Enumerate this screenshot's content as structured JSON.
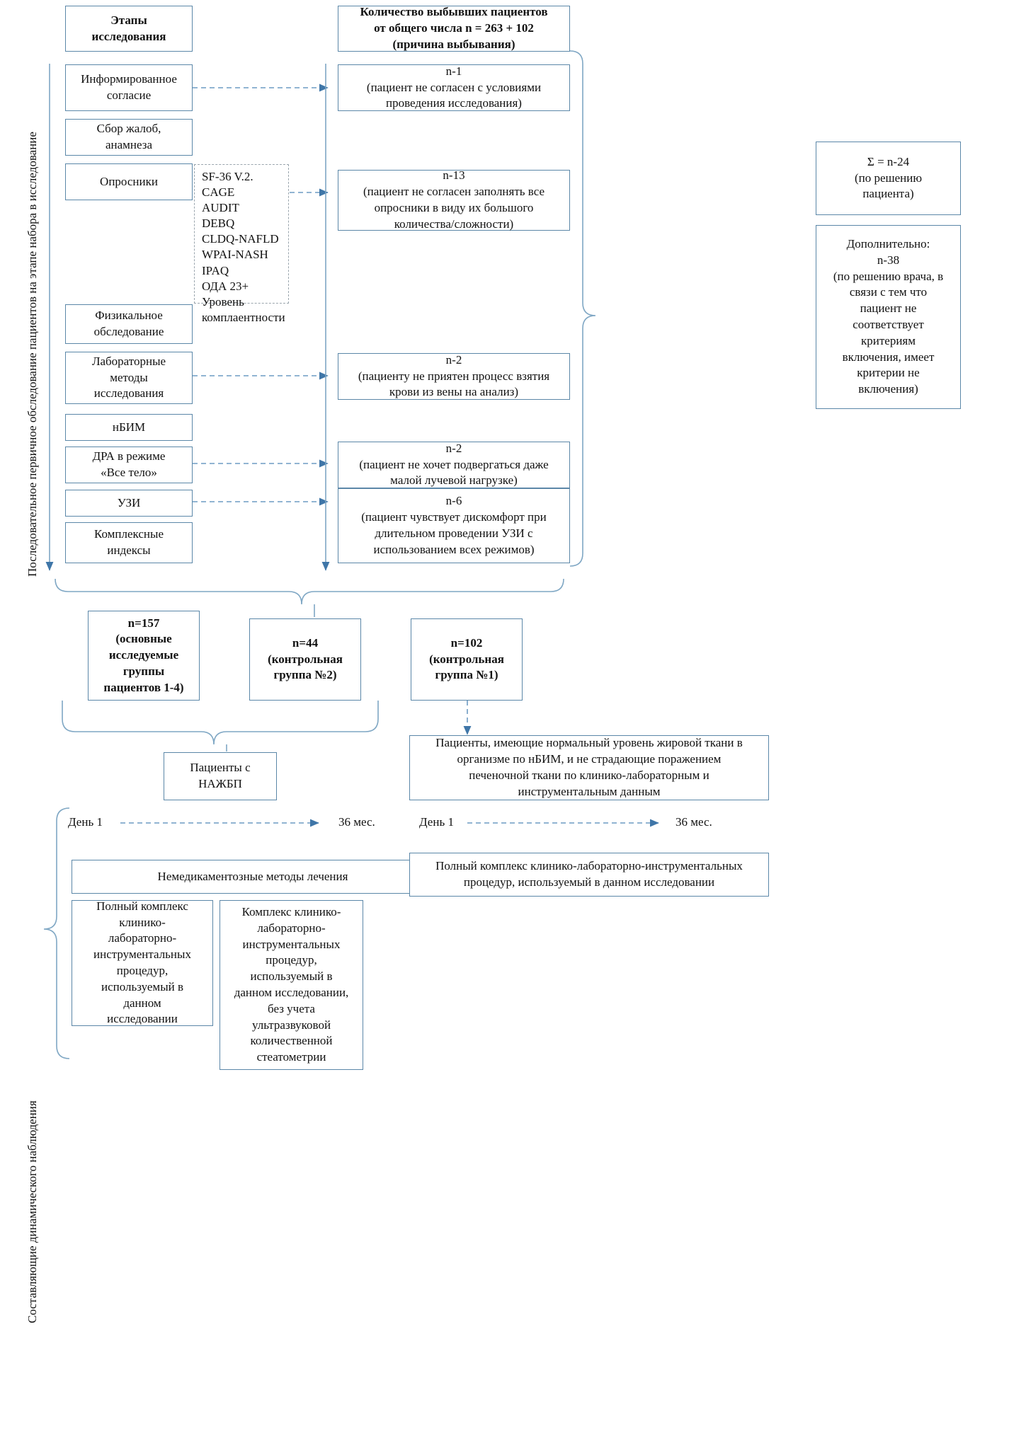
{
  "side_labels": {
    "enrollment": "Последовательное первичное обследование пациентов на этапе набора в исследование",
    "follow_up": "Составляющие динамического наблюдения"
  },
  "headers": {
    "stages": "Этапы\nисследования",
    "stages_line1": "Этапы",
    "stages_line2": "исследования",
    "dropouts_line1": "Количество выбывших пациентов",
    "dropouts_line2": "от общего числа n = 263 + 102",
    "dropouts_line3": "(причина выбывания)"
  },
  "stages": [
    {
      "id": "informed-consent",
      "label": "Информированное\nсогласие"
    },
    {
      "id": "complaints-history",
      "label": "Сбор жалоб,\nанамнеза"
    },
    {
      "id": "questionnaires",
      "label": "Опросники"
    },
    {
      "id": "physical-exam",
      "label": "Физикальное\nобследование"
    },
    {
      "id": "lab-methods",
      "label": "Лабораторные\nметоды\nисследования"
    },
    {
      "id": "nbim",
      "label": "нБИМ"
    },
    {
      "id": "dxa-whole-body",
      "label": "ДРА в режиме\n«Все тело»"
    },
    {
      "id": "ultrasound",
      "label": "УЗИ"
    },
    {
      "id": "complex-indices",
      "label": "Комплексные\nиндексы"
    }
  ],
  "questionnaire_list": [
    "SF-36 V.2.",
    "CAGE",
    "AUDIT",
    "DEBQ",
    "CLDQ-NAFLD",
    "WPAI-NASH",
    "IPAQ",
    "ОДА 23+",
    "Уровень",
    "комплаентности"
  ],
  "dropouts": [
    {
      "id": "dropout-n1",
      "count": "n-1",
      "reason": "(пациент не согласен с условиями\nпроведения исследования)"
    },
    {
      "id": "dropout-n13",
      "count": "n-13",
      "reason": "(пациент не согласен заполнять все\nопросники в виду их большого\nколичества/сложности)"
    },
    {
      "id": "dropout-n2-blood",
      "count": "n-2",
      "reason": "(пациенту не приятен процесс взятия\nкрови из вены на анализ)"
    },
    {
      "id": "dropout-n2-radiation",
      "count": "n-2",
      "reason": "(пациент не хочет подвергаться даже\nмалой лучевой нагрузке)"
    },
    {
      "id": "dropout-n6-ultrasound",
      "count": "n-6",
      "reason": "(пациент чувствует дискомфорт при\nдлительном проведении УЗИ с\nиспользованием всех режимов)"
    }
  ],
  "totals": {
    "patient_decision": "Σ = n-24\n(по решению\nпациента)",
    "doctor_decision": "Дополнительно:\nn-38\n(по решению врача, в\nсвязи с тем что\nпациент не\nсоответствует\nкритериям\nвключения, имеет\nкритерии не\nвключения)"
  },
  "groups": [
    {
      "id": "group-main",
      "label": "n=157\n(основные\nисследуемые\nгруппы\nпациентов 1-4)"
    },
    {
      "id": "group-control-2",
      "label": "n=44\n(контрольная\nгруппа №2)"
    },
    {
      "id": "group-control-1",
      "label": "n=102\n(контрольная\nгруппа №1)"
    }
  ],
  "nafld_patients": "Пациенты с\nНАЖБП",
  "control_description": "Пациенты, имеющие нормальный уровень жировой ткани в\nорганизме по нБИМ, и не страдающие поражением\nпеченочной ткани по клинико-лабораторным и\nинструментальным данным",
  "timeline_left": {
    "start": "День 1",
    "end": "36 мес."
  },
  "timeline_right": {
    "start": "День 1",
    "end": "36 мес."
  },
  "follow_up_boxes": {
    "non_drug": "Немедикаментозные методы лечения",
    "full_complex": "Полный комплекс\nклинико-\nлабораторно-\nинструментальных\nпроцедур,\nиспользуемый в\nданном\nисследовании",
    "complex_no_steato": "Комплекс клинико-\nлабораторно-\nинструментальных\nпроцедур,\nиспользуемый в\nданном исследовании,\nбез учета\nультразвуковой\nколичественной\nстеатометрии",
    "right_full_complex": "Полный комплекс клинико-лабораторно-инструментальных\nпроцедур, используемый в данном исследовании"
  },
  "colors": {
    "box_border": "#5b87a8",
    "dashed_border": "#9aa5ad",
    "connector": "#7fa7c4",
    "arrow": "#3f76a8",
    "text": "#111111"
  }
}
